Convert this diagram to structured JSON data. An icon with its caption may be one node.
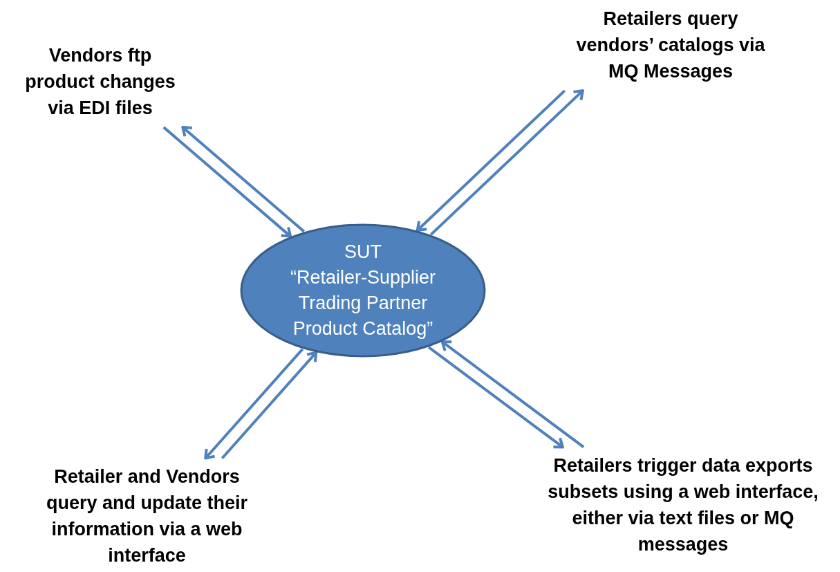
{
  "diagram": {
    "nodes": [
      {
        "text": [
          "SUT",
          "“Retailer-Supplier Trading Partner Product Catalog”"
        ]
      },
      {
        "text": [
          "Vendors ftp product changes via EDI files"
        ]
      },
      {
        "text": [
          "Retailers query vendors’ catalogs via MQ Messages"
        ]
      },
      {
        "text": [
          "Retailer and Vendors query and update their information via a web interface"
        ]
      },
      {
        "text": [
          "Retailers trigger data exports subsets using a web interface, either via text files or MQ messages"
        ]
      }
    ],
    "edges": [
      {
        "from": 1,
        "to": 0,
        "arrow": "to"
      },
      {
        "from": 0,
        "to": 1,
        "arrow": "to"
      },
      {
        "from": 2,
        "to": 0,
        "arrow": "to"
      },
      {
        "from": 0,
        "to": 2,
        "arrow": "to"
      },
      {
        "from": 0,
        "to": 3,
        "arrow": "to"
      },
      {
        "from": 3,
        "to": 0,
        "arrow": "to"
      },
      {
        "from": 4,
        "to": 0,
        "arrow": "to"
      },
      {
        "from": 0,
        "to": 4,
        "arrow": "to"
      }
    ]
  }
}
